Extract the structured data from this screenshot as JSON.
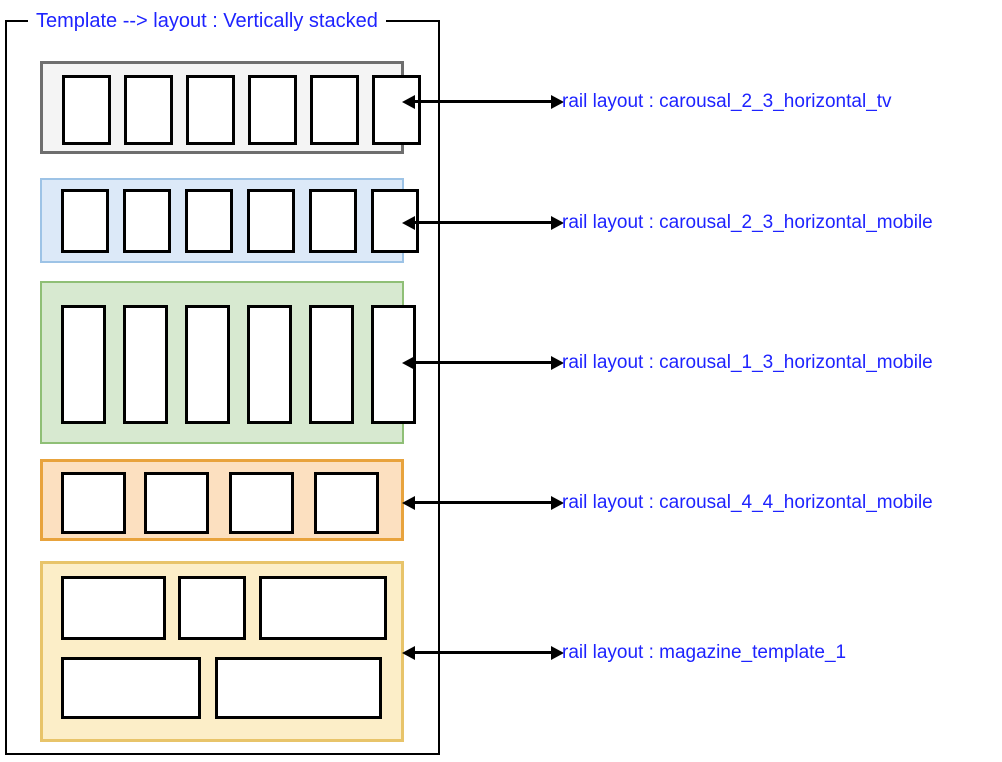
{
  "diagram": {
    "title": "Template --> layout : Vertically stacked",
    "accent_color": "#1e23ff",
    "frame_color": "#000000",
    "type": "layout-template-diagram"
  },
  "label_prefix": "rail layout : ",
  "rails": [
    {
      "id": "rail-1",
      "layout_name": "carousal_2_3_horizontal_tv",
      "fill_color": "#f4f4f4",
      "border_color": "#6e6e6e",
      "card_count": 6,
      "card_shape": "portrait-2-3",
      "rows": 1
    },
    {
      "id": "rail-2",
      "layout_name": "carousal_2_3_horizontal_mobile",
      "fill_color": "#dce9f8",
      "border_color": "#9dc3e6",
      "card_count": 6,
      "card_shape": "portrait-2-3",
      "rows": 1
    },
    {
      "id": "rail-3",
      "layout_name": "carousal_1_3_horizontal_mobile",
      "fill_color": "#d7e9d0",
      "border_color": "#8fbf76",
      "card_count": 6,
      "card_shape": "portrait-1-3",
      "rows": 1
    },
    {
      "id": "rail-4",
      "layout_name": "carousal_4_4_horizontal_mobile",
      "fill_color": "#fce0c0",
      "border_color": "#e8a33d",
      "card_count": 4,
      "card_shape": "square-4-4",
      "rows": 1
    },
    {
      "id": "rail-5",
      "layout_name": "magazine_template_1",
      "fill_color": "#fceec8",
      "border_color": "#e8c46a",
      "card_count": 5,
      "card_shape": "mixed-landscape",
      "rows": 2
    }
  ]
}
